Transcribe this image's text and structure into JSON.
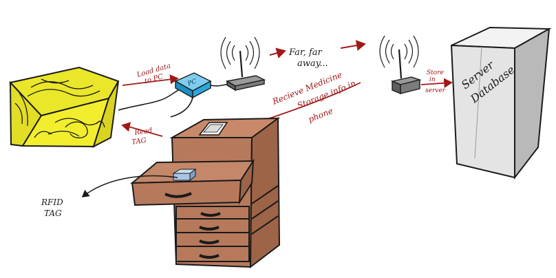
{
  "labels": {
    "load_data": [
      "Load data",
      "to PC"
    ],
    "pc": "PC",
    "far_away": [
      "Far, far",
      "away..."
    ],
    "store": [
      "Store",
      "in",
      "server"
    ],
    "server": [
      "Server",
      "Database"
    ],
    "receive": [
      "Recieve Medicine",
      "Storage info in",
      "phone"
    ],
    "read_tag": [
      "Read",
      "TAG"
    ],
    "rfid_tag": [
      "RFID",
      "TAG"
    ]
  },
  "colors": {
    "reader_yellow": "#f2ee2e",
    "pc_blue": "#2aa7dc",
    "cabinet_brown": "#b7795c",
    "router_gray": "#7c7c7c",
    "server_gray": "#e4e4e4",
    "annotation_red": "#a01818"
  }
}
